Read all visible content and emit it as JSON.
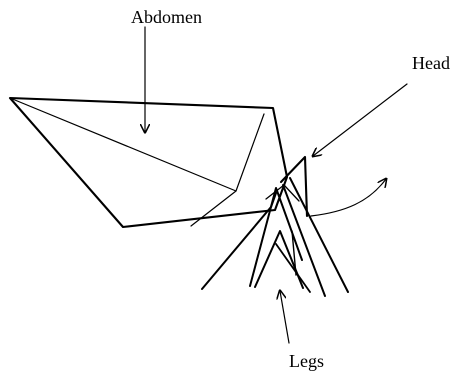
{
  "labels": {
    "abdomen": "Abdomen",
    "head": "Head",
    "legs": "Legs"
  },
  "colors": {
    "background": "#ffffff",
    "line": "#000000"
  }
}
